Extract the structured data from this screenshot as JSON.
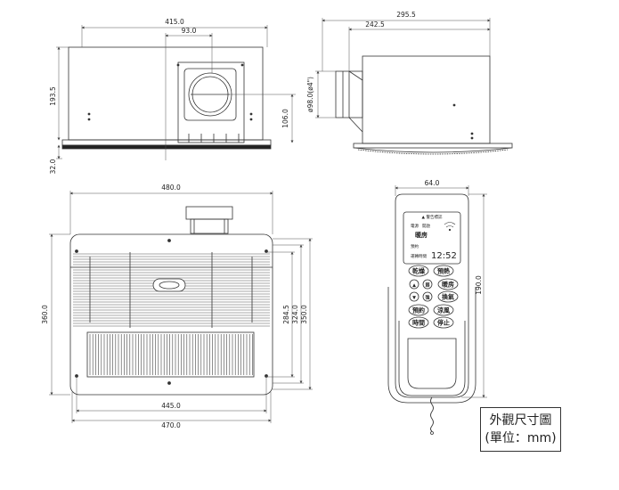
{
  "dims": {
    "top_width": "415.0",
    "top_duct_offset": "93.0",
    "top_height": "193.5",
    "top_duct_height": "106.0",
    "top_flange": "32.0",
    "side_width": "295.5",
    "side_offset": "242.5",
    "side_duct_dia": "ø98.0(ø4\")",
    "front_width": "480.0",
    "front_height": "360.0",
    "front_h1": "284.5",
    "front_h2": "324.0",
    "front_h3": "350.0",
    "front_inner_width": "445.0",
    "front_bottom_width": "470.0",
    "remote_width": "64.0",
    "remote_height": "190.0"
  },
  "remote": {
    "warning": "▲ 警告標誌",
    "label_power": "電源",
    "label_on": "開啟",
    "label_mode": "暖房",
    "label_timer": "預約",
    "label_sub": "運轉時間",
    "time": "12:52",
    "buttons": {
      "dry": "乾燥",
      "preheat": "預熱",
      "up": "▲",
      "weak": "弱",
      "warm": "暖房",
      "down": "▼",
      "strong": "強",
      "vent": "換氣",
      "reserve": "預約",
      "cool": "涼風",
      "timer": "時間",
      "stop": "停止"
    }
  },
  "legend": {
    "line1": "外觀尺寸圖",
    "line2": "(單位：mm)"
  },
  "colors": {
    "line": "#333333",
    "dim": "#555555",
    "dark_strip": "#222222"
  }
}
